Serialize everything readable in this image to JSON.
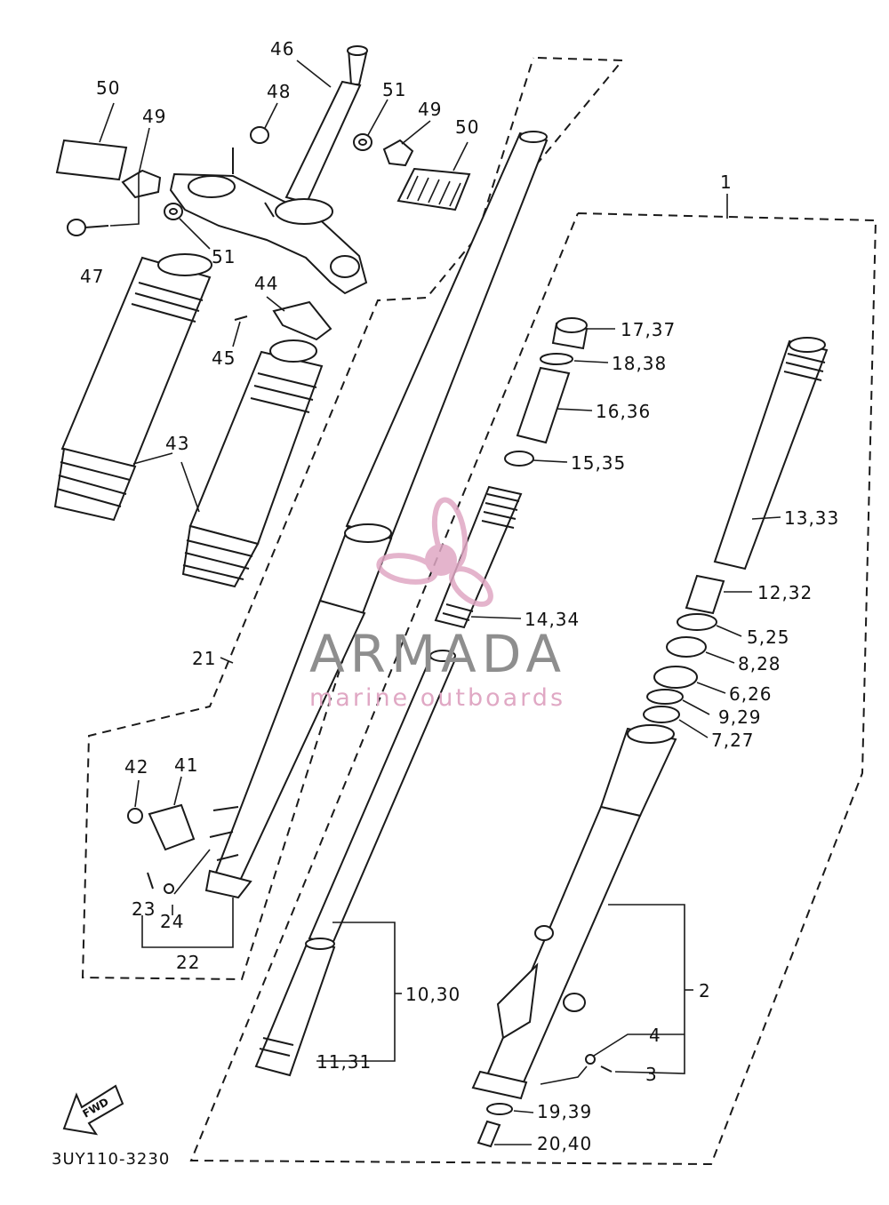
{
  "diagram": {
    "drawing_code": "3UY110-3230",
    "fwd_label": "FWD",
    "callouts": {
      "c46": "46",
      "c48": "48",
      "c51a": "51",
      "c49a": "49",
      "c50a": "50",
      "c50b": "50",
      "c49b": "49",
      "c47": "47",
      "c51b": "51",
      "c44": "44",
      "c45": "45",
      "c43": "43",
      "c1": "1",
      "c17": "17,37",
      "c18": "18,38",
      "c16": "16,36",
      "c15": "15,35",
      "c13": "13,33",
      "c12": "12,32",
      "c14": "14,34",
      "c5": "5,25",
      "c8": "8,28",
      "c6": "6,26",
      "c9": "9,29",
      "c7": "7,27",
      "c21": "21",
      "c42": "42",
      "c41": "41",
      "c23": "23",
      "c24": "24",
      "c22": "22",
      "c10": "10,30",
      "c11": "11,31",
      "c2": "2",
      "c4": "4",
      "c3": "3",
      "c19": "19,39",
      "c20": "20,40"
    }
  },
  "watermark": {
    "brand": "ARMADA",
    "tagline": "marine outboards",
    "logo_icon": "propeller-logo-icon",
    "brand_color": "#8e8e8e",
    "accent_color": "#e0a8c4"
  }
}
